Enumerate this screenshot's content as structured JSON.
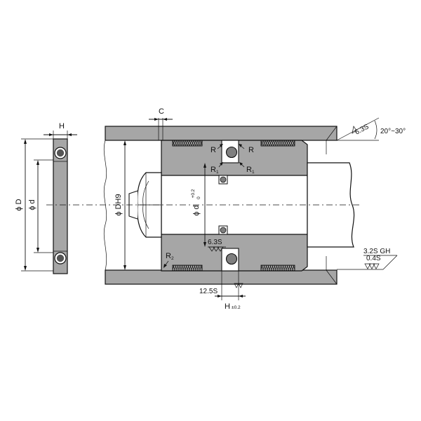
{
  "left_view": {
    "H": "H",
    "D": "ϕ D",
    "d": "ϕ d"
  },
  "top": {
    "C": "C",
    "angle": "20°~30°",
    "rough_63": "6.3S"
  },
  "center": {
    "R": "R",
    "R1": "R",
    "R1_sub": "1",
    "R2": "R",
    "R2_sub": "2",
    "DH9": "ϕ DH9",
    "d_tol_label": "ϕ d",
    "d_tol_upper": "+0.2",
    "d_tol_lower": "0",
    "rough_63b": "6.3S",
    "rough_125": "12.5S",
    "H": "H",
    "H_tol": "±0.2"
  },
  "right": {
    "s32": "3.2S  GH",
    "s04": "0.4S"
  },
  "colors": {
    "body": "#a6a6a6",
    "background": "#ffffff",
    "line": "#111111",
    "seal": "#7f7f7f"
  }
}
